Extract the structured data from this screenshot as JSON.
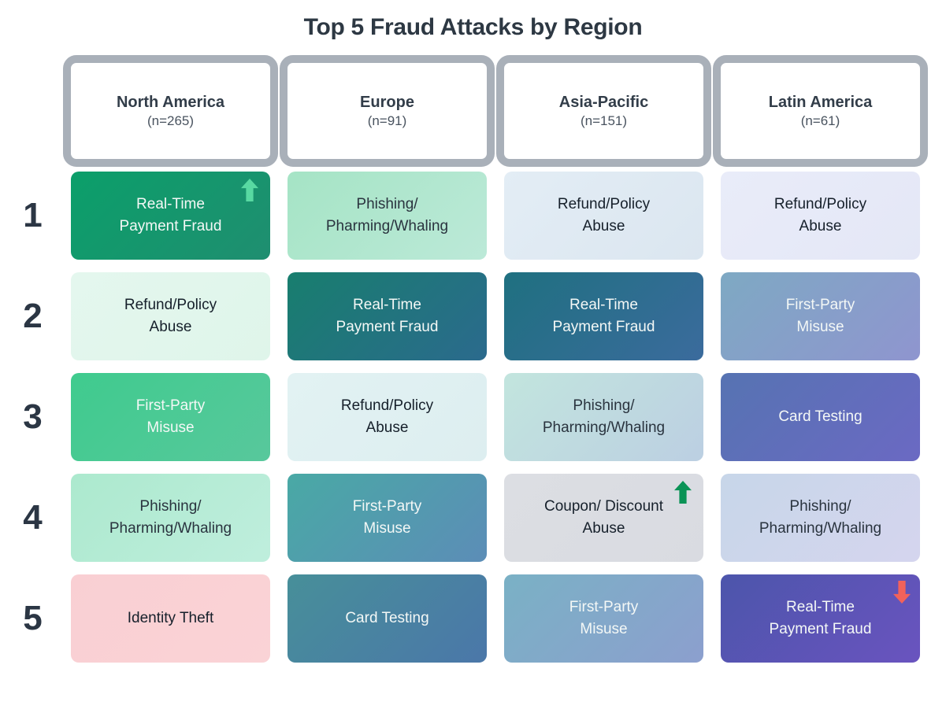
{
  "title": "Top 5 Fraud Attacks by Region",
  "colors": {
    "header_border": "#a9b0b9",
    "title_text": "#2d3843",
    "rank_text": "#2b3644",
    "trend_up_light": "#58d9a2",
    "trend_up_dark": "#0a9356",
    "trend_down_red": "#f2625b"
  },
  "chart_data": {
    "type": "table",
    "title": "Top 5 Fraud Attacks by Region",
    "legend_position": "none",
    "columns": [
      {
        "label": "North America",
        "count_label": "(n=265)",
        "n": 265
      },
      {
        "label": "Europe",
        "count_label": "(n=91)",
        "n": 91
      },
      {
        "label": "Asia-Pacific",
        "count_label": "(n=151)",
        "n": 151
      },
      {
        "label": "Latin America",
        "count_label": "(n=61)",
        "n": 61
      }
    ],
    "rows": [
      {
        "rank": "1",
        "cells": [
          {
            "label": "Real-Time\nPayment Fraud",
            "bg_start": "#0b9f6a",
            "bg_end": "#1f8e70",
            "text_color": "#f4f8f6",
            "trend": "up",
            "trend_color": "#58d9a2"
          },
          {
            "label": "Phishing/\nPharming/Whaling",
            "bg_start": "#a5e4c5",
            "bg_end": "#bce9d8",
            "text_color": "#2a343f",
            "trend": null,
            "trend_color": null
          },
          {
            "label": "Refund/Policy\nAbuse",
            "bg_start": "#e3edf5",
            "bg_end": "#dbe6f0",
            "text_color": "#16202b",
            "trend": null,
            "trend_color": null
          },
          {
            "label": "Refund/Policy\nAbuse",
            "bg_start": "#e9ecf9",
            "bg_end": "#e4e7f6",
            "text_color": "#16202b",
            "trend": null,
            "trend_color": null
          }
        ]
      },
      {
        "rank": "2",
        "cells": [
          {
            "label": "Refund/Policy\nAbuse",
            "bg_start": "#e4f7ee",
            "bg_end": "#dff5ea",
            "text_color": "#16202b",
            "trend": null,
            "trend_color": null
          },
          {
            "label": "Real-Time\nPayment Fraud",
            "bg_start": "#187e6e",
            "bg_end": "#2b6a8d",
            "text_color": "#f4f8f6",
            "trend": null,
            "trend_color": null
          },
          {
            "label": "Real-Time\nPayment Fraud",
            "bg_start": "#1f7080",
            "bg_end": "#3b6b9d",
            "text_color": "#f4f8f6",
            "trend": null,
            "trend_color": null
          },
          {
            "label": "First-Party\nMisuse",
            "bg_start": "#7ea9c3",
            "bg_end": "#8f95cf",
            "text_color": "#f4f8f6",
            "trend": null,
            "trend_color": null
          }
        ]
      },
      {
        "rank": "3",
        "cells": [
          {
            "label": "First-Party\nMisuse",
            "bg_start": "#3fcb8e",
            "bg_end": "#58c89c",
            "text_color": "#f4f8f6",
            "trend": null,
            "trend_color": null
          },
          {
            "label": "Refund/Policy\nAbuse",
            "bg_start": "#e2f2f3",
            "bg_end": "#ddeef0",
            "text_color": "#16202b",
            "trend": null,
            "trend_color": null
          },
          {
            "label": "Phishing/\nPharming/Whaling",
            "bg_start": "#c2e5de",
            "bg_end": "#bccfe2",
            "text_color": "#2a343f",
            "trend": null,
            "trend_color": null
          },
          {
            "label": "Card Testing",
            "bg_start": "#5673b2",
            "bg_end": "#6b69c3",
            "text_color": "#f4f8f6",
            "trend": null,
            "trend_color": null
          }
        ]
      },
      {
        "rank": "4",
        "cells": [
          {
            "label": "Phishing/\nPharming/Whaling",
            "bg_start": "#ace9ce",
            "bg_end": "#bfeedd",
            "text_color": "#2a343f",
            "trend": null,
            "trend_color": null
          },
          {
            "label": "First-Party\nMisuse",
            "bg_start": "#49a9a5",
            "bg_end": "#5c8db7",
            "text_color": "#f4f8f6",
            "trend": null,
            "trend_color": null
          },
          {
            "label": "Coupon/ Discount\nAbuse",
            "bg_start": "#dcdee3",
            "bg_end": "#d9dbe1",
            "text_color": "#16202b",
            "trend": "up",
            "trend_color": "#0a9356"
          },
          {
            "label": "Phishing/\nPharming/Whaling",
            "bg_start": "#c7d6e9",
            "bg_end": "#d5d5ee",
            "text_color": "#2a343f",
            "trend": null,
            "trend_color": null
          }
        ]
      },
      {
        "rank": "5",
        "cells": [
          {
            "label": "Identity Theft",
            "bg_start": "#f9cfd3",
            "bg_end": "#fad3d6",
            "text_color": "#16202b",
            "trend": null,
            "trend_color": null
          },
          {
            "label": "Card Testing",
            "bg_start": "#478f99",
            "bg_end": "#4b77a9",
            "text_color": "#f4f8f6",
            "trend": null,
            "trend_color": null
          },
          {
            "label": "First-Party\nMisuse",
            "bg_start": "#7ab1c5",
            "bg_end": "#8c9fce",
            "text_color": "#f4f8f6",
            "trend": null,
            "trend_color": null
          },
          {
            "label": "Real-Time\nPayment Fraud",
            "bg_start": "#4c55ab",
            "bg_end": "#6a54bf",
            "text_color": "#f4f8f6",
            "trend": "down",
            "trend_color": "#f2625b"
          }
        ]
      }
    ]
  }
}
